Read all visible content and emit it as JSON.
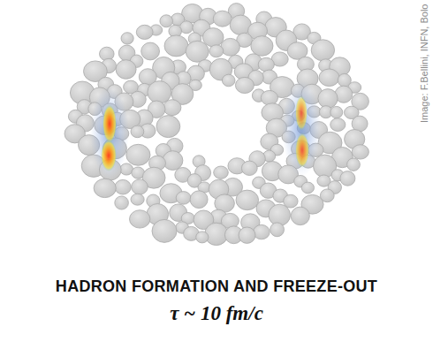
{
  "diagram": {
    "title": "HADRON FORMATION AND FREEZE-OUT",
    "labels": [
      "τ ~ 10 fm/c",
      "Image: F.Bellini, INFN, Bolo"
    ]
  }
}
